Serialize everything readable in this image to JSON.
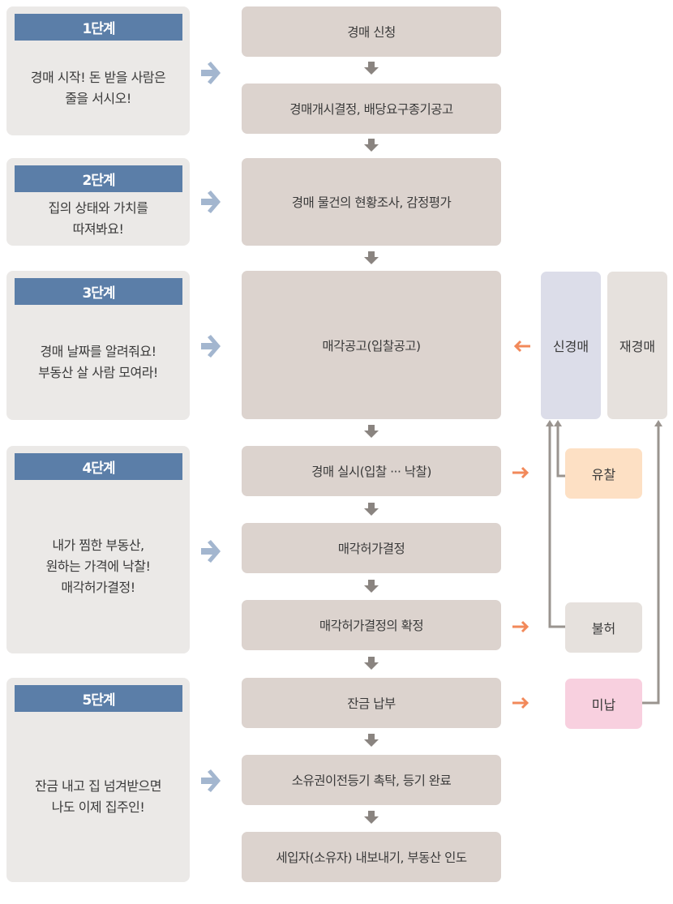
{
  "stages": [
    {
      "label": "1단계",
      "desc": "경매 시작! 돈 받을 사람은\n줄을 서시오!"
    },
    {
      "label": "2단계",
      "desc": "집의 상태와 가치를\n따져봐요!"
    },
    {
      "label": "3단계",
      "desc": "경매 날짜를 알려줘요!\n부동산 살 사람 모여라!"
    },
    {
      "label": "4단계",
      "desc": "내가 찜한 부동산,\n원하는 가격에 낙찰!\n매각허가결정!"
    },
    {
      "label": "5단계",
      "desc": "잔금 내고 집 넘겨받으면\n나도 이제 집주인!"
    }
  ],
  "steps": [
    "경매 신청",
    "경매개시결정, 배당요구종기공고",
    "경매 물건의 현황조사, 감정평가",
    "매각공고(입찰공고)",
    "경매 실시(입찰 ··· 낙찰)",
    "매각허가결정",
    "매각허가결정의 확정",
    "잔금 납부",
    "소유권이전등기 촉탁, 등기 완료",
    "세입자(소유자) 내보내기, 부동산 인도"
  ],
  "side": {
    "new_auction": "신경매",
    "re_auction": "재경매",
    "failed_bid": "유찰",
    "disapproval": "불허",
    "unpaid": "미납"
  },
  "colors": {
    "header": "#5b7ea8",
    "step": "#dcd3ce",
    "stage": "#ebe9e7",
    "new_auction": "#dcdde9",
    "re_auction": "#e6e1dd",
    "failed_bid": "#fde0c4",
    "disapproval": "#e6e1dd",
    "unpaid": "#f8d0df",
    "orange_arrow": "#f2895a",
    "blue_arrow": "#a3b6cf",
    "connector": "#9a948f"
  }
}
